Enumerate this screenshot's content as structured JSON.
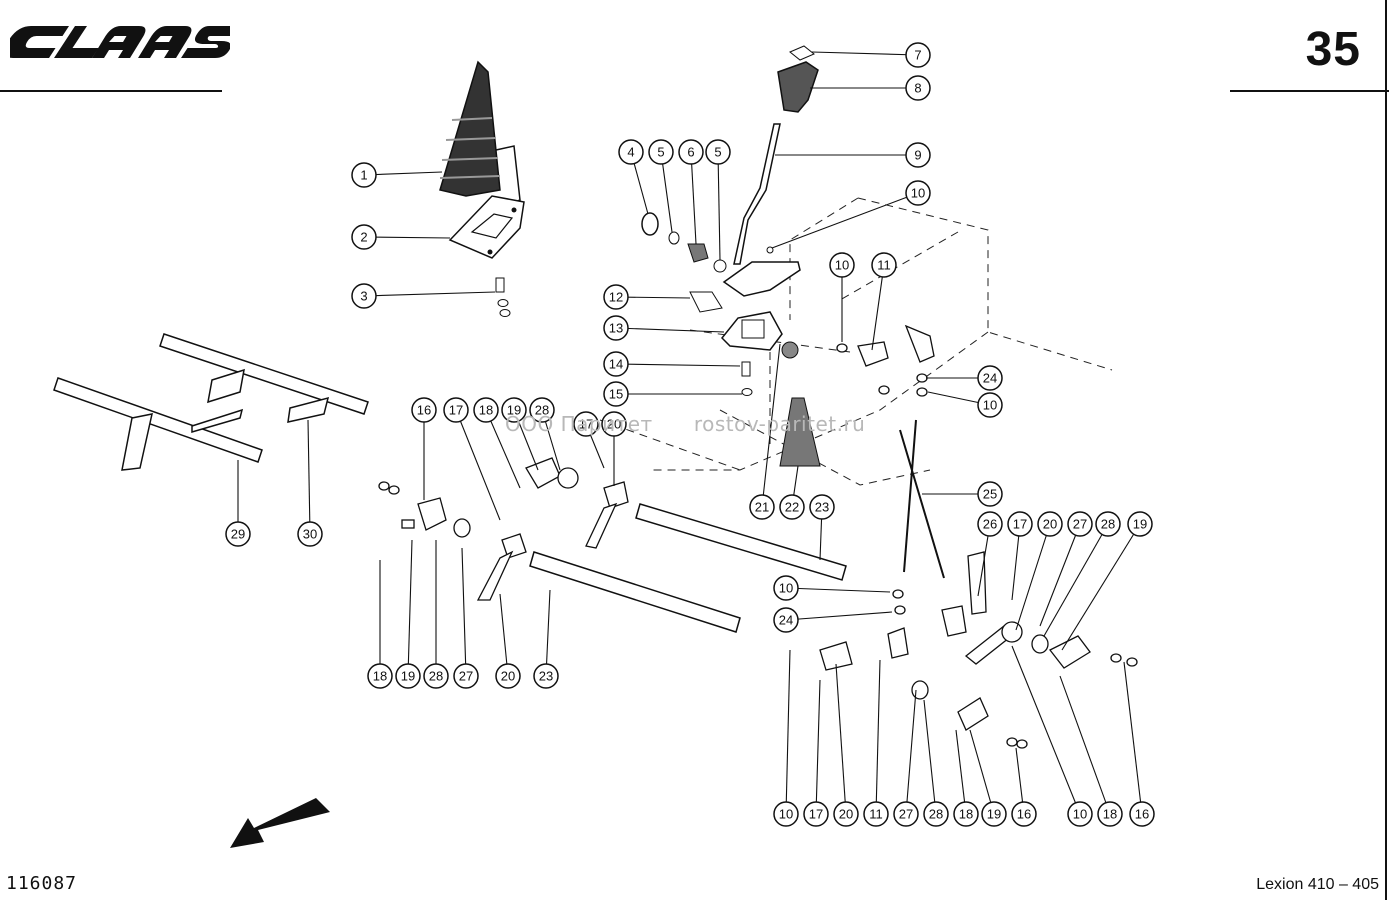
{
  "header": {
    "brand": "CLAAS",
    "page_number": "35"
  },
  "footer": {
    "document_number": "116087",
    "model": "Lexion 410 – 405"
  },
  "watermark": {
    "left": "ООО Паритет",
    "right": "rostov-paritet.ru"
  },
  "callouts": [
    "1",
    "2",
    "3",
    "4",
    "5",
    "6",
    "5",
    "7",
    "8",
    "9",
    "10",
    "10",
    "11",
    "12",
    "13",
    "14",
    "15",
    "24",
    "10",
    "16",
    "17",
    "18",
    "19",
    "28",
    "17",
    "20",
    "21",
    "22",
    "23",
    "25",
    "26",
    "17",
    "20",
    "27",
    "28",
    "19",
    "29",
    "30",
    "18",
    "19",
    "28",
    "27",
    "20",
    "23",
    "10",
    "24",
    "10",
    "17",
    "20",
    "11",
    "27",
    "28",
    "18",
    "19",
    "16",
    "10",
    "18",
    "16"
  ]
}
